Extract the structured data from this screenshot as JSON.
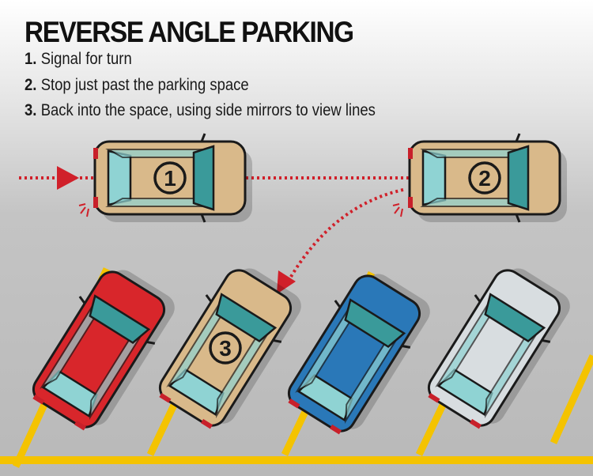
{
  "title": "REVERSE ANGLE PARKING",
  "steps": [
    {
      "num": "1.",
      "text": "Signal for turn"
    },
    {
      "num": "2.",
      "text": "Stop just past the parking space"
    },
    {
      "num": "3.",
      "text": "Back into the space, using side mirrors to view lines"
    }
  ],
  "car_labels": [
    "1",
    "2",
    "3"
  ],
  "colors": {
    "line_yellow": "#f4c300",
    "path_red": "#d0202a",
    "tan_car": "#d9b98a",
    "red_car": "#d8262b",
    "blue_car": "#2a78b8",
    "white_car": "#d8dde0",
    "glass": "#8fd3d3"
  }
}
